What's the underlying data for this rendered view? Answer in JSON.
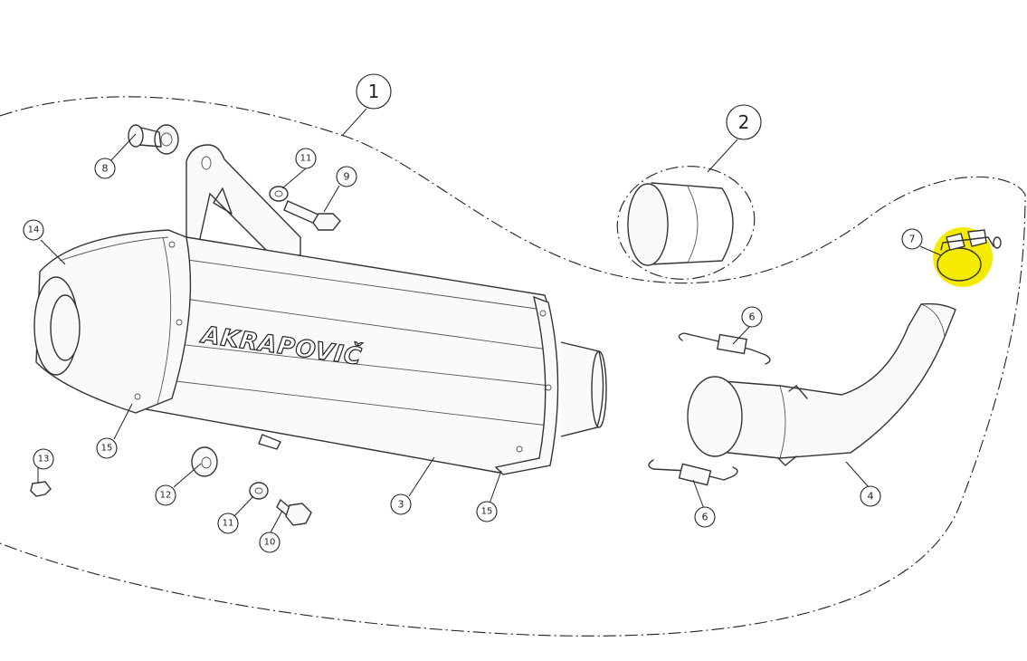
{
  "callouts": {
    "c1": "1",
    "c2": "2",
    "c3": "3",
    "c4": "4",
    "c6a": "6",
    "c6b": "6",
    "c7": "7",
    "c8": "8",
    "c9": "9",
    "c10": "10",
    "c11a": "11",
    "c11b": "11",
    "c12": "12",
    "c13": "13",
    "c14": "14",
    "c15a": "15",
    "c15b": "15"
  },
  "brand": "AKRAPOVIČ",
  "colors": {
    "highlight": "#f5eb00",
    "line": "#333333"
  }
}
